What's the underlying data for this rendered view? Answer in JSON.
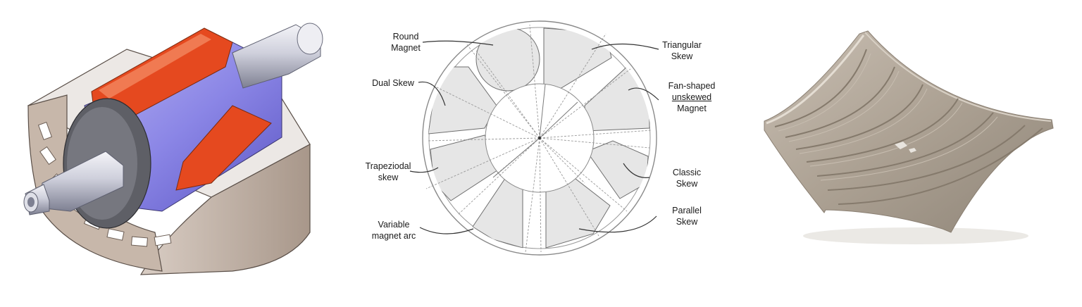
{
  "panels": {
    "motor": {
      "icon": "motor-cutaway-illustration"
    },
    "diagram": {
      "labels": {
        "round_magnet": [
          "Round",
          "Magnet"
        ],
        "dual_skew": [
          "Dual Skew"
        ],
        "trapezoidal_skew": [
          "Trapeziodal",
          "skew"
        ],
        "variable_magnet_arc": [
          "Variable",
          "magnet arc"
        ],
        "triangular_skew": [
          "Triangular",
          "Skew"
        ],
        "fan_shaped": [
          "Fan-shaped",
          "unskewed",
          "Magnet"
        ],
        "classic_skew": [
          "Classic",
          "Skew"
        ],
        "parallel_skew": [
          "Parallel",
          "Skew"
        ]
      }
    },
    "curved_magnet": {
      "icon": "curved-laminated-magnet-photo"
    }
  },
  "colors": {
    "rotor_blue": "#8b86e6",
    "magnet_orange": "#e5491f",
    "stator_tan": "#c9b9ae",
    "magnet_gray": "#e6e6e6",
    "magnet_photo": "#b1a699"
  }
}
